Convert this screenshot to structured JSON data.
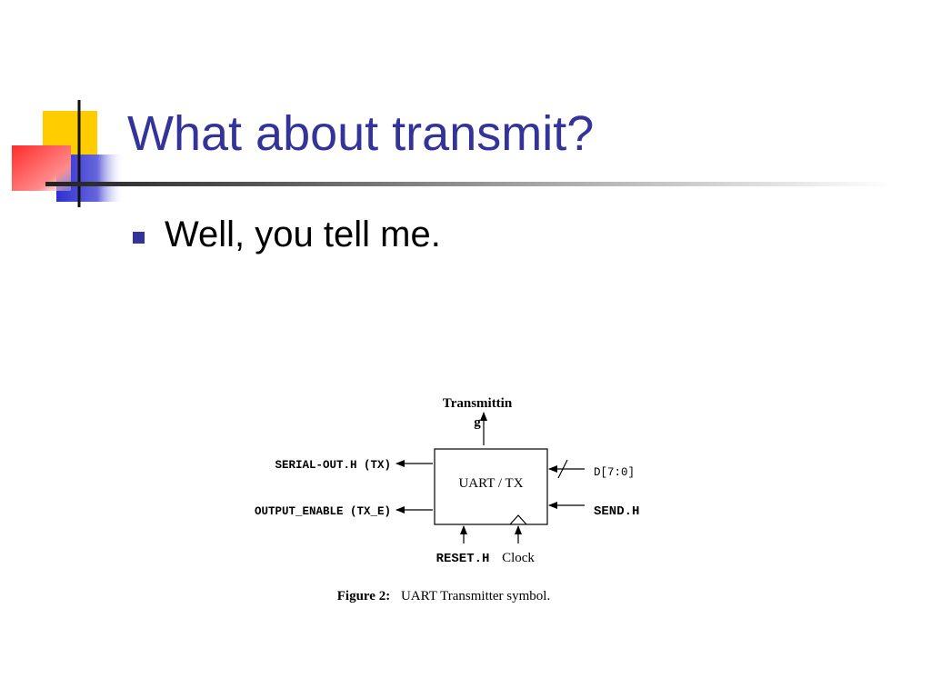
{
  "slide": {
    "title": "What about transmit?",
    "bullets": [
      {
        "text": "Well, you tell me."
      }
    ]
  },
  "diagram": {
    "block_label": "UART / TX",
    "top_output_line1": "Transmittin",
    "top_output_line2": "g",
    "left_outputs": [
      "SERIAL-OUT.H (TX)",
      "OUTPUT_ENABLE (TX_E)"
    ],
    "right_inputs": [
      "D[7:0]",
      "SEND.H"
    ],
    "bottom_inputs": [
      "RESET.H",
      "Clock"
    ],
    "caption_label": "Figure 2:",
    "caption_text": "UART Transmitter symbol."
  },
  "colors": {
    "title": "#333399",
    "bullet": "#333399",
    "deco_yellow": "#ffcc00",
    "deco_red": "#ff3333",
    "deco_blue": "#3333cc"
  }
}
